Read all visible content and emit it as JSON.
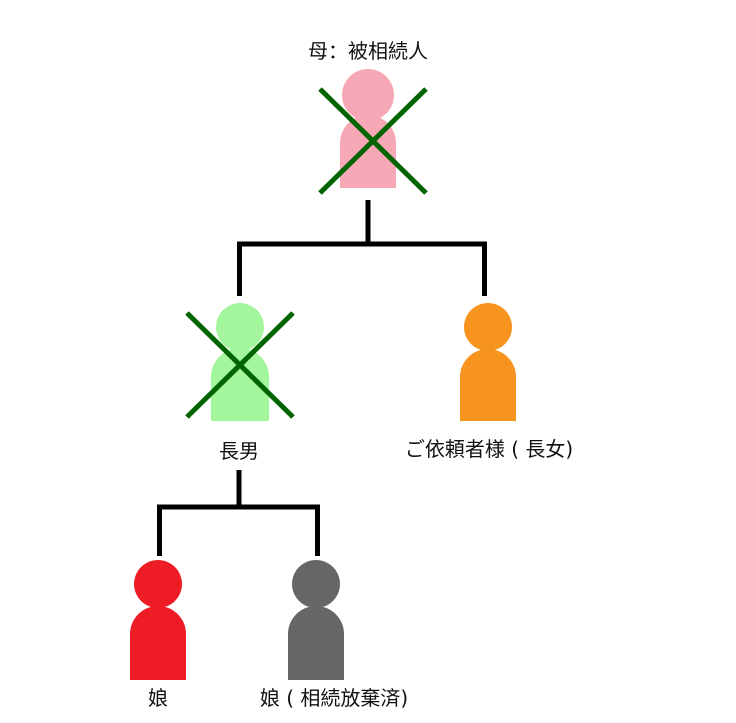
{
  "people": {
    "mother": {
      "label": "母：被相続人",
      "color": "#f7a8b6",
      "crossed": true
    },
    "eldest_son": {
      "label": "長男",
      "color": "#a3f59e",
      "crossed": true
    },
    "client": {
      "label": "ご依頼者様 ( 長女)",
      "color": "#f7941d",
      "crossed": false
    },
    "daughter": {
      "label": "娘",
      "color": "#ee1c25",
      "crossed": false
    },
    "daughter_renounced": {
      "label": "娘 ( 相続放棄済)",
      "color": "#666666",
      "crossed": false
    }
  },
  "colors": {
    "connector": "#000000",
    "cross": "#006400"
  }
}
